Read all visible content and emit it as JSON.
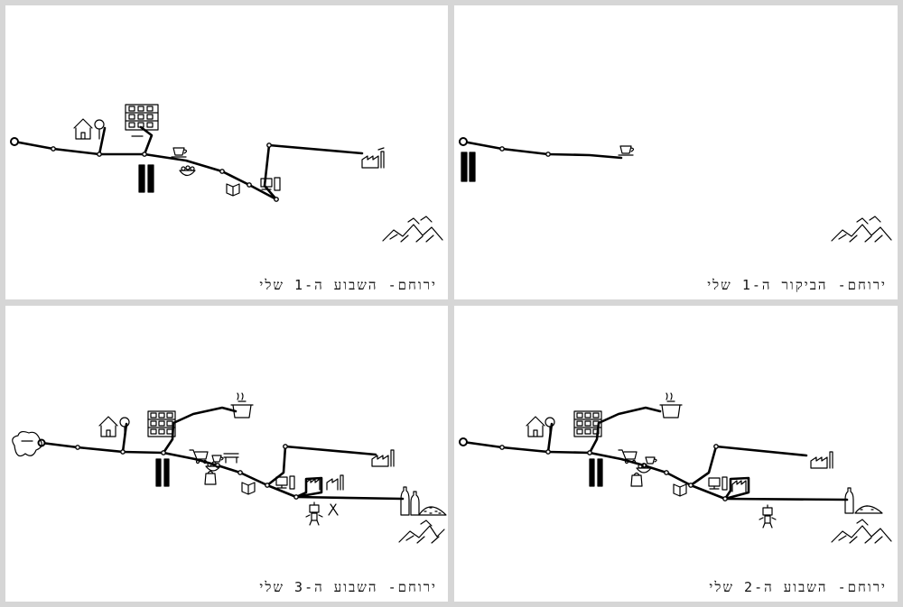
{
  "panels": [
    {
      "id": "p1",
      "caption": "ירוחם- השבוע ה-1 שלי"
    },
    {
      "id": "p2",
      "caption": "ירוחם- הביקור ה-1 שלי"
    },
    {
      "id": "p3",
      "caption": "ירוחם- השבוע ה-3 שלי"
    },
    {
      "id": "p4",
      "caption": "ירוחם- השבוע ה-2 שלי"
    }
  ]
}
